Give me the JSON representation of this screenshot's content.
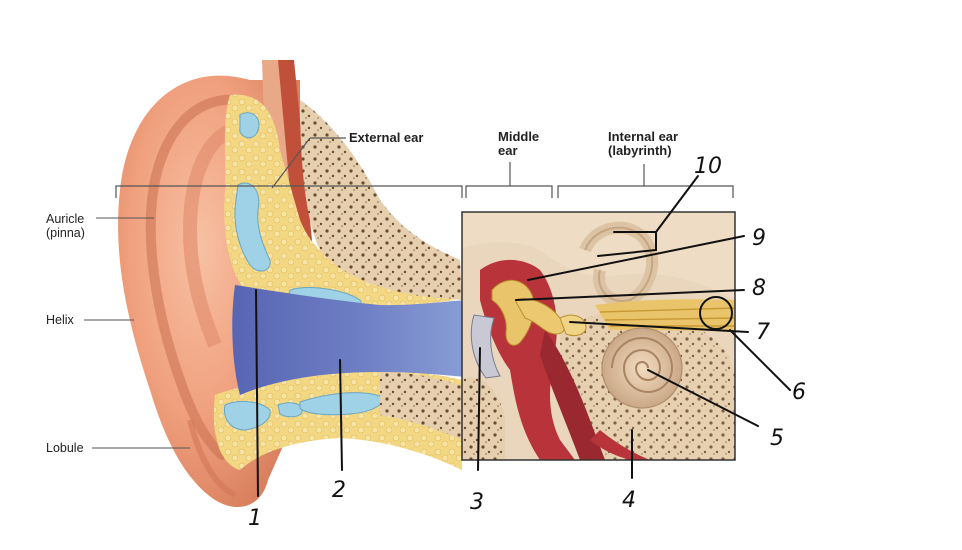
{
  "labels": {
    "auricle": [
      "Auricle",
      "(pinna)"
    ],
    "helix": "Helix",
    "lobule": "Lobule",
    "external_ear": "External ear",
    "middle_ear": [
      "Middle",
      "ear"
    ],
    "internal_ear": [
      "Internal ear",
      "(labyrinth)"
    ]
  },
  "numbers": [
    "1",
    "2",
    "3",
    "4",
    "5",
    "6",
    "7",
    "8",
    "9",
    "10"
  ],
  "colors": {
    "skin": "#f0a07e",
    "skin_dark": "#d87a5a",
    "cartilage": "#f2d98a",
    "fluid": "#9fd2e6",
    "canal": "#6f7fc4",
    "bone": "#e9d2b4",
    "blood": "#b8333a",
    "ossicle": "#e9c46a"
  }
}
